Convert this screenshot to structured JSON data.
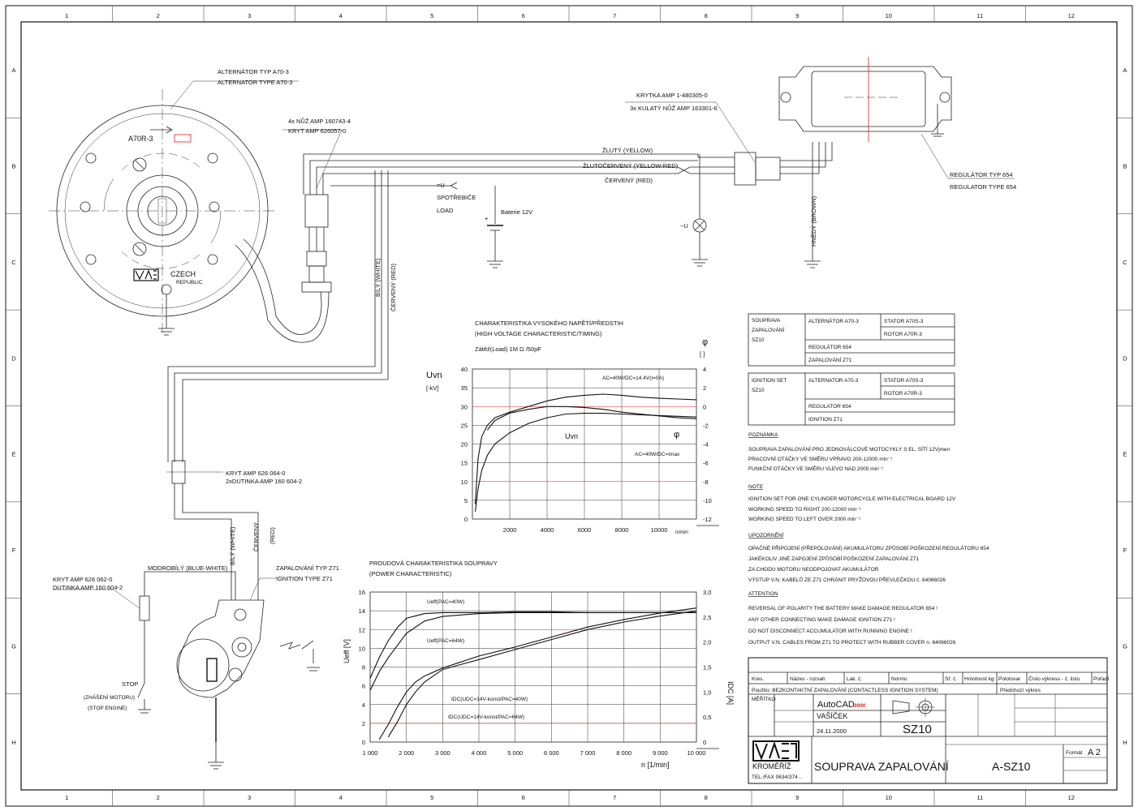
{
  "grid": {
    "cols": [
      "1",
      "2",
      "3",
      "4",
      "5",
      "6",
      "7",
      "8",
      "9",
      "10",
      "11",
      "12"
    ],
    "rows": [
      "A",
      "B",
      "C",
      "D",
      "E",
      "F",
      "G",
      "H"
    ]
  },
  "alternator": {
    "label1": "ALTERNÁTOR TYP A70-3",
    "label2": "ALTERNATOR TYPE A70-3",
    "model": "A70R-3",
    "country1": "CZECH",
    "country2": "REPUBLIC"
  },
  "connector_top": {
    "line1": "4x NŮŽ AMP 160743-4",
    "line2": "KRYT AMP 626057-0"
  },
  "krytka": {
    "line1": "KRYTKA AMP 1-480305-0",
    "line2": "3x KULATÝ NŮŽ AMP 163301-6"
  },
  "regulator": {
    "line1": "REGULÁTOR TYP 654",
    "line2": "REGULATOR TYPE 654"
  },
  "wires": {
    "yellow": "ŽLUTÝ (YELLOW)",
    "yellow_red": "ŽLUTOČERVENÝ (YELLOW-RED)",
    "red": "ČERVENÝ (RED)",
    "brown": "HNĚDÝ (BROWN)",
    "white": "BÍLÝ (WHITE)",
    "red_vert": "ČERVENÝ (RED)",
    "white2": "BÍLÝ (WHITE)",
    "red2a": "ČERVENÝ",
    "red2b": "(RED)",
    "blue_white": "MODROBÍLÝ (BLUE-WHITE)"
  },
  "load": {
    "arrow": "=U",
    "line1": "SPOTŘEBIČE",
    "line2": "LOAD"
  },
  "battery": {
    "label": "Baterie 12V",
    "plus": "+"
  },
  "lamp": {
    "label": "~U"
  },
  "kryt_mid": {
    "line1": "KRYT AMP 626 064-0",
    "line2": "2xDUTINKA AMP 160 604-2"
  },
  "kryt_left": {
    "line1": "KRYT AMP 626 062-0",
    "line2": "DUTINKA AMP 160 604-2"
  },
  "ignition": {
    "line1": "ZAPALOVÁNÍ TYP Z71",
    "line2": "IGNITION TYPE Z71"
  },
  "stop": {
    "label": "STOP",
    "line1": "(ZHÁŠENÍ MOTORU)",
    "line2": "(STOP ENGINE)"
  },
  "hv_chart": {
    "title1": "CHARAKTERISTIKA VYSOKÉHO NAPĚTÍ/PŘEDSTIH",
    "title2": "(HIGH VOLTAGE CHARACTERISTIC/TIMING)",
    "cond": "Zátěž(Load) 1M Ω /50pF",
    "ylabel1": "Uvn",
    "ylabel2": "[-kV]",
    "y2label1": "φ",
    "y2label2": "[ ]",
    "xunit": "n/min",
    "ann_top": "AC=40W/DC=14.4V(I=0A)",
    "ann_uvn": "Uvn",
    "ann_phi": "φ",
    "ann_bot": "AC=40W/DC=Imax",
    "yticks": [
      "0",
      "5",
      "10",
      "15",
      "20",
      "25",
      "30",
      "35",
      "40"
    ],
    "y2ticks": [
      "4",
      "2",
      "0",
      "-2",
      "-4",
      "-6",
      "-8",
      "-10",
      "-12"
    ],
    "xticks": [
      "2000",
      "4000",
      "6000",
      "8000",
      "10000"
    ]
  },
  "pw_chart": {
    "title1": "PROUDOVÁ CHARAKTERISTIKA SOUPRAVY",
    "title2": "(POWER CHARACTERISTIC)",
    "ylabel": "Ueff [V]",
    "y2label": "IDC [A]",
    "xlabel": "n [1/min]",
    "ann1": "Ueff(PAC=40W)",
    "ann2": "Ueff(PAC=64W)",
    "ann3": "IDC(UDC=14V-konst/PAC=40W)",
    "ann4": "IDC(UDC=14V-konst/PAC=64W)",
    "yticks": [
      "0",
      "2",
      "4",
      "6",
      "8",
      "10",
      "12",
      "14",
      "16"
    ],
    "y2ticks": [
      "0",
      "0,5",
      "1,0",
      "1,5",
      "2,0",
      "2,5",
      "3,0"
    ],
    "xticks": [
      "1 000",
      "2 000",
      "3 000",
      "4 000",
      "5 000",
      "6 000",
      "7 000",
      "8 000",
      "9 000",
      "10 000"
    ]
  },
  "set_cz": {
    "name": [
      "SOUPRAVA",
      "ZAPALOVÁNÍ",
      "SZ10"
    ],
    "alt": "ALTERNÁTOR A70-3",
    "stator": "STATOR A70S-3",
    "rotor": "ROTOR A70R-3",
    "reg": "REGULÁTOR 654",
    "ign": "ZAPALOVÁNÍ Z71"
  },
  "set_en": {
    "name": [
      "IGNITION SET",
      "SZ10"
    ],
    "alt": "ALTERNATOR A70-3",
    "stator": "STATOR A70S-3",
    "rotor": "ROTOR A70R-3",
    "reg": "REGULATOR 654",
    "ign": "IGNITION Z71"
  },
  "notes": {
    "h1": "POZNÁMKA",
    "cz": [
      "SOUPRAVA ZAPALOVÁNÍ PRO JEDNOVÁLCOVÉ MOTOCYKLY S EL. SÍTÍ 12Vjmen",
      "PRACOVNÍ OTÁČKY VE SMĚRU VPRAVO  200-12000 min⁻¹",
      "FUNKČNÍ OTÁČKY VE SMĚRU VLEVO  NAD 2000 min⁻¹"
    ],
    "h2": "NOTE",
    "en": [
      "IGNITION SET FOR ONE CYLINDER MOTORCYCLE WITH ELECTRICAL BOARD 12V",
      "WORKING SPEED TO RIGHT  200-12000 min⁻¹",
      "WORKING SPEED TO LEFT  OVER 2000 min⁻¹"
    ],
    "h3": "UPOZORNĚNÍ",
    "warn_cz": [
      "OPAČNÉ PŘIPOJENÍ (PŘEPÓLOVÁNÍ) AKUMULÁTORU ZPŮSOBÍ POŠKOZENÍ REGULÁTORU 654",
      "JAKÉKOLIV JINÉ ZAPOJENÍ ZPŮSOBÍ POŠKOZENÍ ZAPALOVÁNÍ Z71",
      "ZA CHODU MOTORU NEODPOJOVAT AKUMULÁTOR",
      "VÝSTUP V.N. KABELŮ ZE Z71 CHRÁNIT PRYŽOVOU PŘEVLEČKOU č. 64066026"
    ],
    "h4": "ATTENTION",
    "warn_en": [
      "REVERSAL OF POLARITY THE BATTERY MAKE DAMAGE REGULATOR 654 !",
      "ANY OTHER CONNECTING MAKE DAMAGE IGNITION Z71 !",
      "DO NOT DISCONNECT ACCUMULATOR WITH RUNNING ENGINE !",
      "OUTPUT V.N. CABLES FROM Z71 TO PROTECT WITH RUBBER COVER n. 64066026"
    ]
  },
  "title_block": {
    "h_row": [
      "Kres.",
      "Název - rozsah",
      "Lak. č.",
      "Normo",
      "Sř. č.",
      "Hmotnost kg",
      "Polotovar",
      "Číslo výkresu - č. listu",
      "Pořadí"
    ],
    "product": "Použito: BEZKONTAKTNÍ ZAPALOVÁNÍ (CONTACTLESS IGNITION SYSTEM)",
    "poslední": "Předchozí výkres",
    "meritko": "MĚŘÍTKO",
    "autocad": "AutoCAD",
    "autocad_ver": "2000",
    "author": "VAŠÍČEK",
    "date": "24.11.2000",
    "code": "SZ10",
    "company": "KROMĚŘÍŽ",
    "phone": "TEL./FAX  0634/374 ..",
    "name": "SOUPRAVA ZAPALOVÁNÍ",
    "number": "A-SZ10",
    "format_label": "Formát",
    "format": "A 2"
  },
  "chart_data": [
    {
      "type": "line",
      "title": "CHARAKTERISTIKA VYSOKÉHO NAPĚTÍ/PŘEDSTIH",
      "subtitle": "(HIGH VOLTAGE CHARACTERISTIC/TIMING)",
      "xlabel": "n/min",
      "ylabel": "Uvn [-kV]",
      "y2label": "φ [ ]",
      "xlim": [
        0,
        12000
      ],
      "ylim": [
        0,
        40
      ],
      "y2lim": [
        -12,
        4
      ],
      "grid": true,
      "series": [
        {
          "name": "AC=40W/DC=14.4V(I=0A)",
          "axis": "left",
          "x": [
            150,
            300,
            500,
            800,
            1200,
            2000,
            3000,
            4000,
            5000,
            6000,
            7000,
            8000,
            9000,
            10000,
            11000,
            12000
          ],
          "y": [
            4,
            16,
            22,
            25,
            27,
            28.5,
            30,
            31.5,
            32.5,
            33,
            33.3,
            33,
            32.5,
            32.2,
            32,
            31.8
          ]
        },
        {
          "name": "AC=40W/DC=Imax",
          "axis": "left",
          "x": [
            150,
            300,
            500,
            800,
            1200,
            2000,
            3000,
            4000,
            5000,
            6000,
            7000,
            8000,
            9000,
            10000,
            11000,
            12000
          ],
          "y": [
            2,
            8,
            13,
            17,
            20,
            23,
            25.5,
            27,
            28,
            28.2,
            28.2,
            28,
            27.8,
            27.6,
            27.4,
            27.2
          ]
        },
        {
          "name": "φ",
          "axis": "right",
          "x": [
            800,
            1200,
            2000,
            3000,
            4000,
            5000,
            6000,
            7000,
            8000,
            9000,
            10000,
            11000,
            12000
          ],
          "y": [
            -2.5,
            -1.5,
            -0.7,
            -0.3,
            0,
            0,
            -0.1,
            -0.3,
            -0.6,
            -0.8,
            -1,
            -1.2,
            -1.3
          ]
        }
      ]
    },
    {
      "type": "line",
      "title": "PROUDOVÁ CHARAKTERISTIKA SOUPRAVY",
      "subtitle": "(POWER CHARACTERISTIC)",
      "xlabel": "n [1/min]",
      "ylabel": "Ueff [V]",
      "y2label": "IDC [A]",
      "xlim": [
        1000,
        10000
      ],
      "ylim": [
        0,
        16
      ],
      "y2lim": [
        0,
        3
      ],
      "grid": true,
      "series": [
        {
          "name": "Ueff(PAC=40W)",
          "axis": "left",
          "x": [
            1000,
            1250,
            1500,
            1750,
            2000,
            2500,
            3000,
            4000,
            5000,
            6000,
            7000,
            8000,
            9000,
            10000
          ],
          "y": [
            6.8,
            9,
            10.8,
            12.2,
            13.2,
            13.7,
            13.8,
            13.8,
            13.9,
            13.9,
            13.8,
            13.8,
            13.8,
            13.8
          ]
        },
        {
          "name": "Ueff(PAC=64W)",
          "axis": "left",
          "x": [
            1000,
            1250,
            1500,
            1750,
            2000,
            2500,
            3000,
            4000,
            5000,
            6000,
            7000,
            8000,
            9000,
            10000
          ],
          "y": [
            5.5,
            7.5,
            9,
            10.3,
            11.6,
            12.9,
            13.4,
            13.7,
            13.8,
            13.8,
            13.8,
            13.8,
            13.8,
            13.8
          ]
        },
        {
          "name": "IDC(UDC=14V-konst/PAC=40W)",
          "axis": "right",
          "x": [
            1500,
            1750,
            2000,
            2250,
            2500,
            3000,
            3500,
            4000,
            5000,
            6000,
            7000,
            8000,
            9000,
            10000
          ],
          "y": [
            0.1,
            0.4,
            0.75,
            1.0,
            1.2,
            1.45,
            1.55,
            1.65,
            1.85,
            2.05,
            2.25,
            2.4,
            2.52,
            2.62
          ]
        },
        {
          "name": "IDC(UDC=14V-konst/PAC=64W)",
          "axis": "right",
          "x": [
            1250,
            1500,
            1750,
            2000,
            2250,
            2500,
            3000,
            3500,
            4000,
            5000,
            6000,
            7000,
            8000,
            9000,
            10000
          ],
          "y": [
            0.05,
            0.35,
            0.7,
            1.0,
            1.2,
            1.32,
            1.48,
            1.6,
            1.72,
            1.9,
            2.1,
            2.3,
            2.45,
            2.58,
            2.68
          ]
        }
      ]
    }
  ]
}
